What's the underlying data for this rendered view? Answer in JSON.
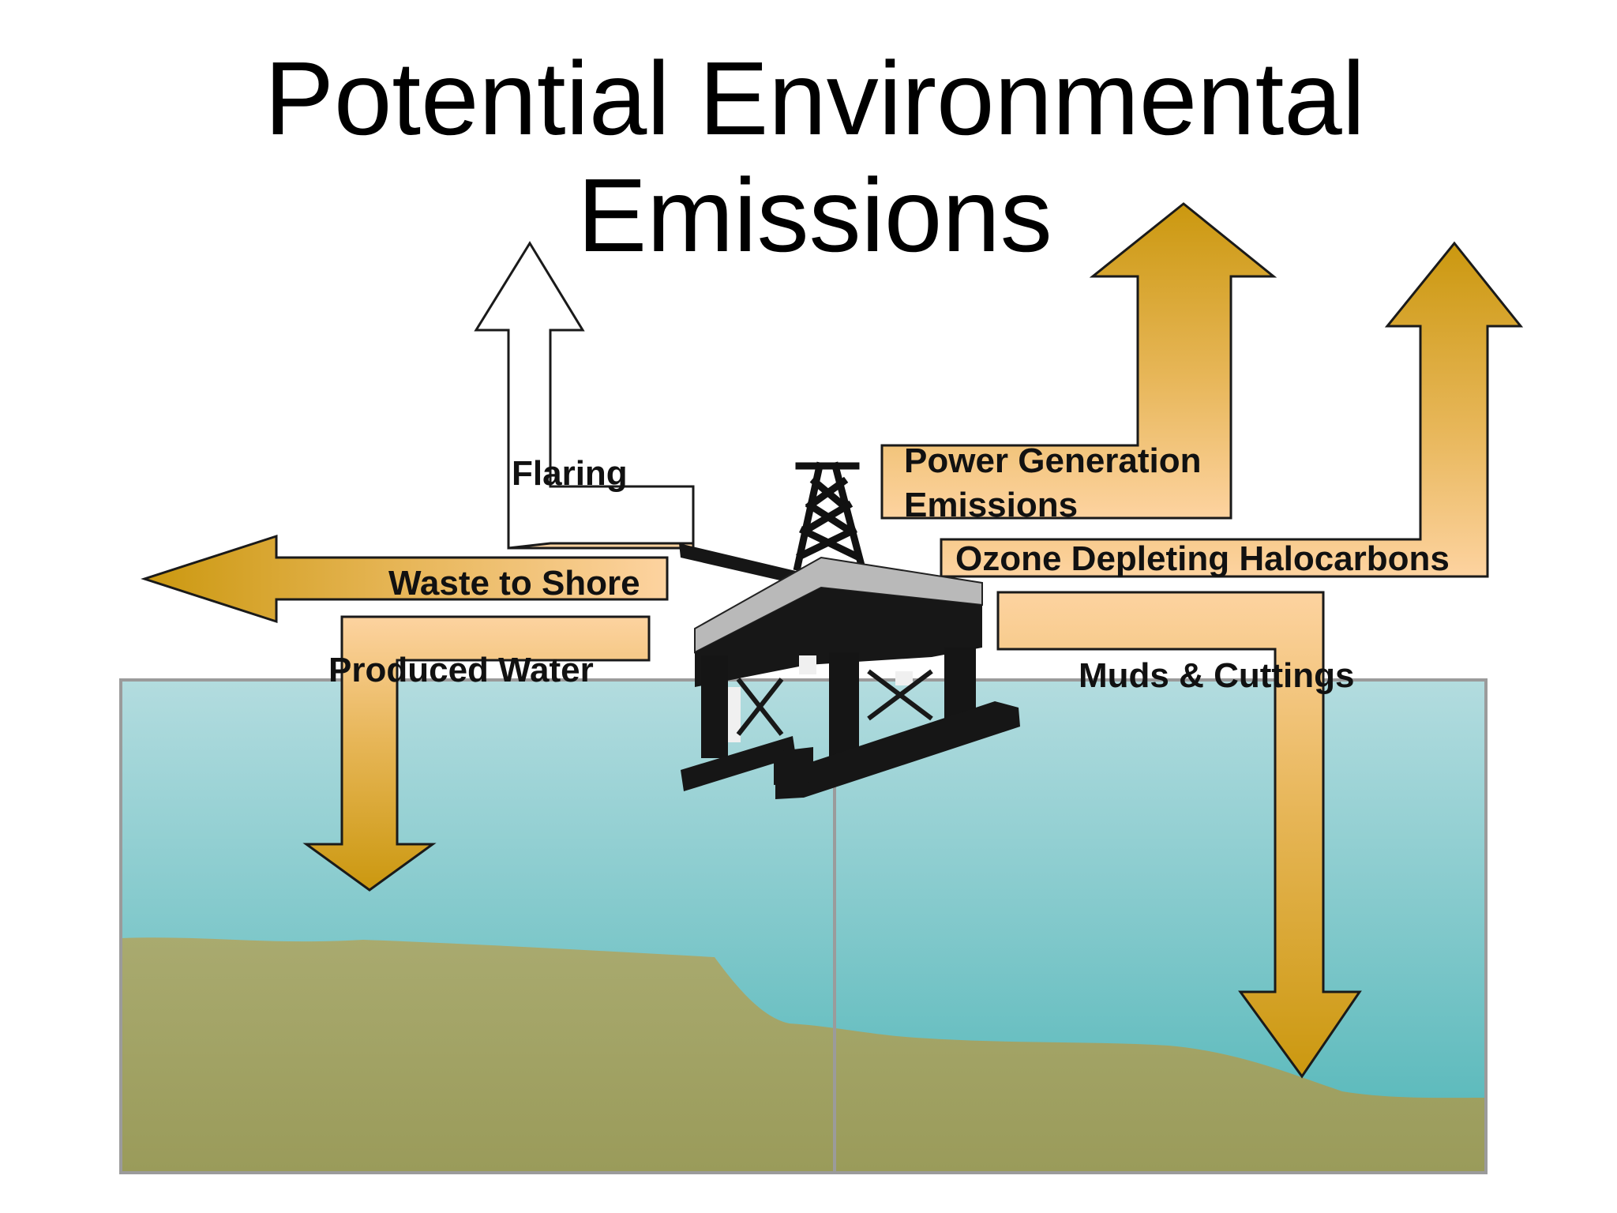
{
  "title": {
    "line1": "Potential Environmental",
    "line2": "Emissions"
  },
  "labels": {
    "flaring": "Flaring",
    "power_line1": "Power Generation",
    "power_line2": "Emissions",
    "ozone": "Ozone Depleting Halocarbons",
    "waste": "Waste to Shore",
    "produced_water": "Produced Water",
    "muds": "Muds & Cuttings"
  },
  "icons": {
    "platform": "offshore-drilling-rig-icon"
  },
  "colors": {
    "arrow_light": "#fdd3a0",
    "arrow_mid": "#e2ad48",
    "arrow_dark": "#cb980f",
    "sea_top": "#b3dcdf",
    "sea_bottom": "#4fb5b7",
    "seabed_top": "#a9aa6f",
    "seabed_bottom": "#9a9b5a",
    "frame": "#9b9b9b"
  }
}
